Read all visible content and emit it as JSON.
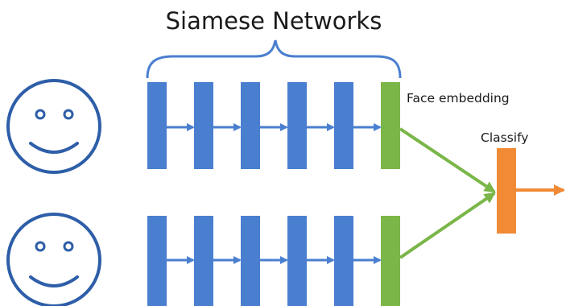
{
  "title": "Siamese Networks",
  "labels": {
    "embedding": "Face embedding",
    "classify": "Classify"
  },
  "colors": {
    "layer": "#4a7fd0",
    "embedding": "#7ab648",
    "classifier": "#f18a35",
    "face": "#2e5ea8",
    "brace": "#4a7fd0",
    "text": "#1a1a1a"
  },
  "branches": [
    {
      "name": "top",
      "input_icon": "smiley-face-icon",
      "hidden_layers": 5
    },
    {
      "name": "bottom",
      "input_icon": "smiley-face-icon",
      "hidden_layers": 5
    }
  ]
}
